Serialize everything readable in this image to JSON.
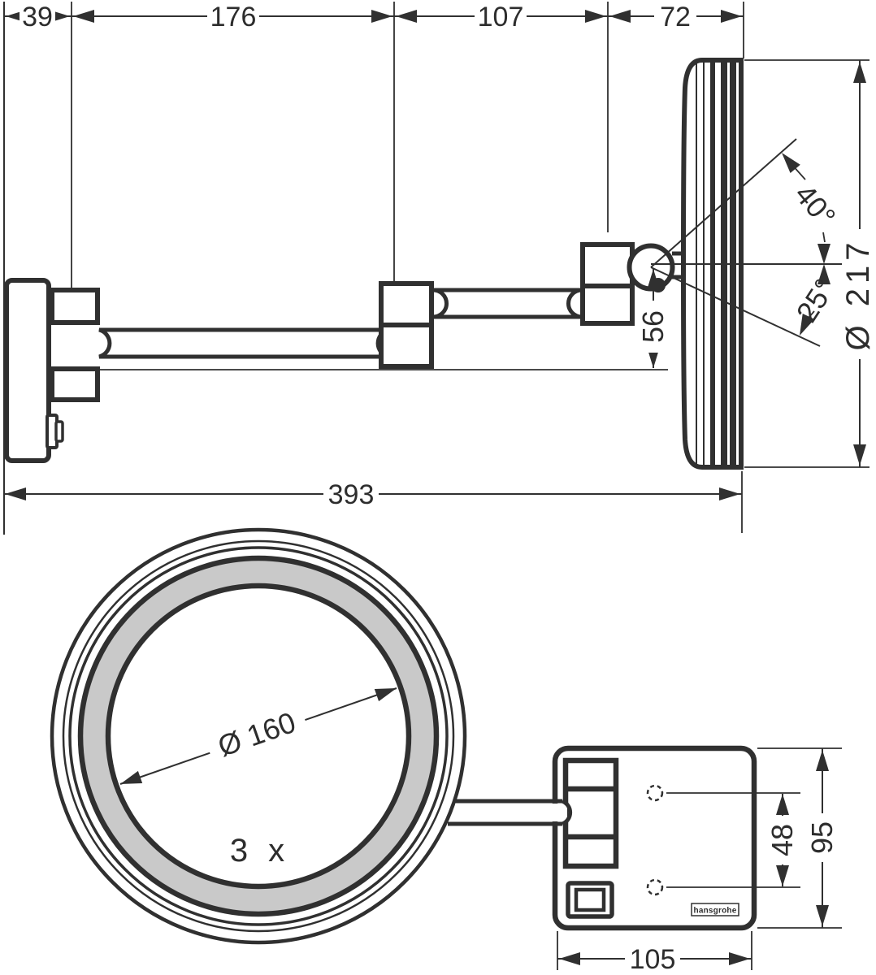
{
  "labels": {
    "dim_wall_offset": "39",
    "dim_arm_lower": "176",
    "dim_arm_upper": "107",
    "dim_head_depth": "72",
    "dia_mirror_outer": "Ø 217",
    "angle_tilt_up": "40°",
    "angle_tilt_down": "25°",
    "dim_pivot_drop": "56",
    "dim_total_reach": "393",
    "dia_glass": "Ø 160",
    "magnification": "3 x",
    "dim_plate_width": "105",
    "dim_hole_spacing": "48",
    "dim_plate_height": "95",
    "brand": "hansgrohe"
  },
  "colors": {
    "line": "#303030",
    "text": "#2d2d2d",
    "led_ring": "#c9c9c9",
    "background": "#ffffff"
  }
}
